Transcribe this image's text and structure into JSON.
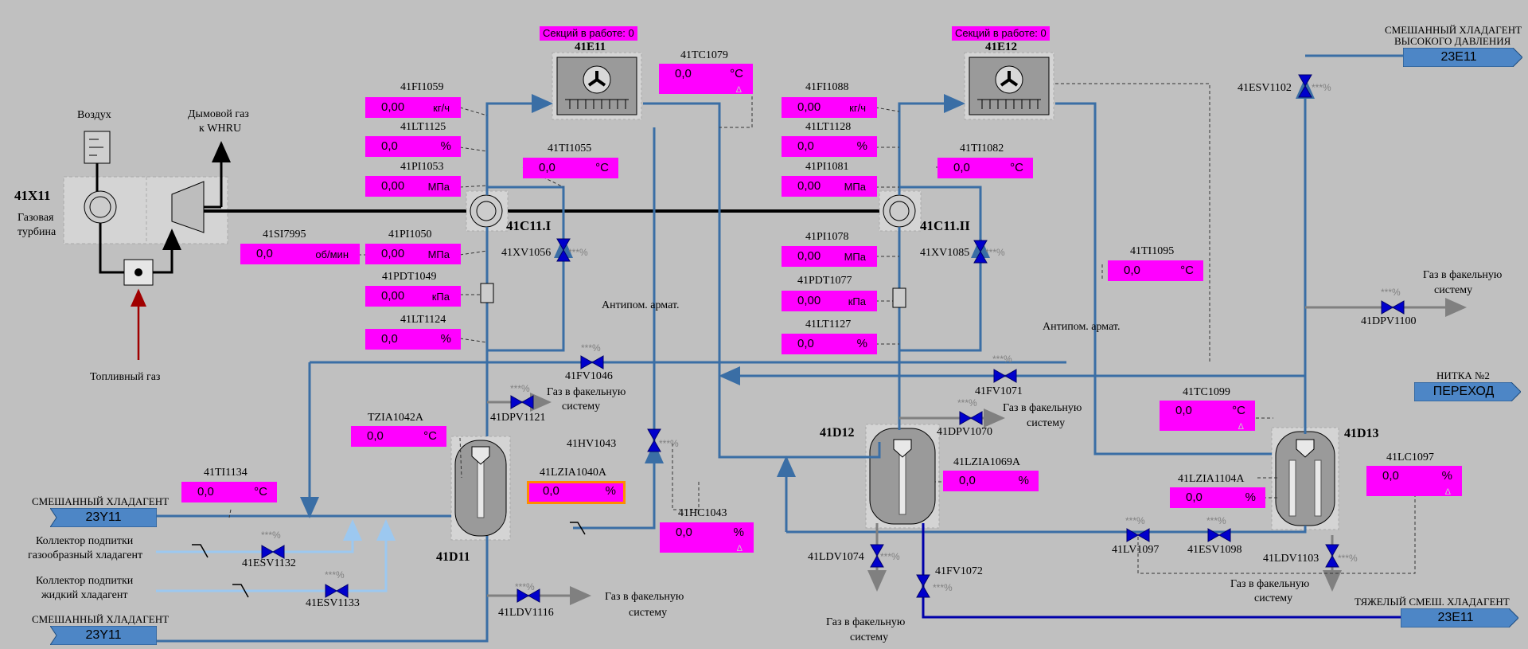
{
  "turbine": {
    "id": "41X11",
    "name_line1": "Газовая",
    "name_line2": "турбина",
    "air": "Воздух",
    "flue_line1": "Дымовой газ",
    "flue_line2": "к WHRU",
    "fuel": "Топливный газ"
  },
  "speed": {
    "tag": "41SI7995",
    "value": "0,0",
    "unit": "об/мин"
  },
  "stage1": {
    "compressor": "41C11.I",
    "cooler": "41E11",
    "sections": "Секций в работе: 0",
    "tc_tag": "41TC1079",
    "tc_value": "0,0",
    "tc_unit": "°C",
    "tc_delta": "Δ",
    "fi_tag": "41FI1059",
    "fi_value": "0,00",
    "fi_unit": "кг/ч",
    "lt1_tag": "41LT1125",
    "lt1_value": "0,0",
    "lt1_unit": "%",
    "ti_tag": "41TI1055",
    "ti_value": "0,0",
    "ti_unit": "°C",
    "pi1_tag": "41PI1053",
    "pi1_value": "0,00",
    "pi1_unit": "МПа",
    "pi2_tag": "41PI1050",
    "pi2_value": "0,00",
    "pi2_unit": "МПа",
    "pdt_tag": "41PDT1049",
    "pdt_value": "0,00",
    "pdt_unit": "кПа",
    "lt2_tag": "41LT1124",
    "lt2_value": "0,0",
    "lt2_unit": "%",
    "xv_tag": "41XV1056",
    "xv_pct": "***%",
    "anti": "Антипом. армат.",
    "fv_tag": "41FV1046",
    "fv_pct": "***%",
    "dpv_tag": "41DPV1121",
    "dpv_pct": "***%",
    "dpv_flare_line1": "Газ в факельную",
    "dpv_flare_line2": "систему",
    "hv_tag": "41HV1043",
    "hv_pct": "***%",
    "hc_tag": "41HC1043",
    "hc_value": "0,0",
    "hc_unit": "%",
    "hc_delta": "Δ",
    "tzia_tag": "TZIA1042A",
    "tzia_value": "0,0",
    "tzia_unit": "°C",
    "lzia_tag": "41LZIA1040A",
    "lzia_value": "0,0",
    "lzia_unit": "%",
    "drum": "41D11",
    "ti_in_tag": "41TI1134",
    "ti_in_value": "0,0",
    "ti_in_unit": "°C",
    "ldv_tag": "41LDV1116",
    "ldv_pct": "***%",
    "ldv_flare_line1": "Газ в факельную",
    "ldv_flare_line2": "систему"
  },
  "inlets": {
    "mix1_label": "СМЕШАННЫЙ ХЛАДАГЕНТ",
    "mix1_tag": "23Y11",
    "gas_line1": "Коллектор подпитки",
    "gas_line2": "газообразный хладагент",
    "esv1132_tag": "41ESV1132",
    "esv1132_pct": "***%",
    "liq_line1": "Коллектор подпитки",
    "liq_line2": "жидкий хладагент",
    "esv1133_tag": "41ESV1133",
    "esv1133_pct": "***%",
    "mix2_label": "СМЕШАННЫЙ ХЛАДАГЕНТ",
    "mix2_tag": "23Y11"
  },
  "stage2": {
    "compressor": "41C11.II",
    "cooler": "41E12",
    "sections": "Секций в работе: 0",
    "fi_tag": "41FI1088",
    "fi_value": "0,00",
    "fi_unit": "кг/ч",
    "lt1_tag": "41LT1128",
    "lt1_value": "0,0",
    "lt1_unit": "%",
    "ti_tag": "41TI1082",
    "ti_value": "0,0",
    "ti_unit": "°C",
    "pi1_tag": "41PI1081",
    "pi1_value": "0,00",
    "pi1_unit": "МПа",
    "pi2_tag": "41PI1078",
    "pi2_value": "0,00",
    "pi2_unit": "МПа",
    "pdt_tag": "41PDT1077",
    "pdt_value": "0,00",
    "pdt_unit": "кПа",
    "lt2_tag": "41LT1127",
    "lt2_value": "0,0",
    "lt2_unit": "%",
    "xv_tag": "41XV1085",
    "xv_pct": "***%",
    "anti": "Антипом. армат.",
    "fv_tag": "41FV1071",
    "fv_pct": "***%",
    "dpv_tag": "41DPV1070",
    "dpv_pct": "***%",
    "dpv_flare_line1": "Газ в факельную",
    "dpv_flare_line2": "систему",
    "drum": "41D12",
    "lzia_tag": "41LZIA1069A",
    "lzia_value": "0,0",
    "lzia_unit": "%",
    "ldv_tag": "41LDV1074",
    "ldv_pct": "***%",
    "ldv_flare_line1": "Газ в факельную",
    "ldv_flare_line2": "систему",
    "fv72_tag": "41FV1072",
    "fv72_pct": "***%"
  },
  "stage3": {
    "ti_tag": "41TI1095",
    "ti_value": "0,0",
    "ti_unit": "°C",
    "esv1102_tag": "41ESV1102",
    "esv1102_pct": "***%",
    "hp_line1": "СМЕШАННЫЙ ХЛАДАГЕНТ",
    "hp_line2": "ВЫСОКОГО ДАВЛЕНИЯ",
    "hp_tag": "23E11",
    "dpv_tag": "41DPV1100",
    "dpv_pct": "***%",
    "flare_line1": "Газ в факельную",
    "flare_line2": "систему",
    "nitka": "НИТКА №2",
    "transfer": "ПЕРЕХОД",
    "tc_tag": "41TC1099",
    "tc_value": "0,0",
    "tc_unit": "°C",
    "tc_delta": "Δ",
    "drum": "41D13",
    "lc_tag": "41LC1097",
    "lc_value": "0,0",
    "lc_unit": "%",
    "lc_delta": "Δ",
    "lzia_tag": "41LZIA1104A",
    "lzia_value": "0,0",
    "lzia_unit": "%",
    "lv_tag": "41LV1097",
    "lv_pct": "***%",
    "esv1098_tag": "41ESV1098",
    "esv1098_pct": "***%",
    "ldv_tag": "41LDV1103",
    "ldv_pct": "***%",
    "ldv_flare_line1": "Газ в факельную",
    "ldv_flare_line2": "систему",
    "heavy_label": "ТЯЖЕЛЫЙ СМЕШ. ХЛАДАГЕНТ",
    "heavy_tag": "23E11"
  },
  "colors": {
    "background": "#c0c0c0",
    "field": "#ff00ff",
    "pipe": "#3a6ea5",
    "valve": "#0000cc",
    "alarm": "#ff8c00",
    "fuel": "#a00000"
  }
}
